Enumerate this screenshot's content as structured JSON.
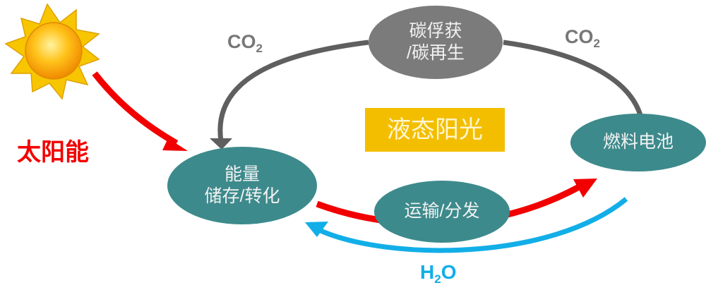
{
  "nodes": {
    "storage": {
      "line1": "能量",
      "line2": "储存/转化"
    },
    "capture": {
      "line1": "碳俘获",
      "line2": "/碳再生"
    },
    "fuel_cell": {
      "label": "燃料电池"
    },
    "transport": {
      "label": "运输/分发"
    }
  },
  "center_title": "液态阳光",
  "solar_label": "太阳能",
  "co2_left": {
    "main": "CO",
    "sub": "2"
  },
  "co2_right": {
    "main": "CO",
    "sub": "2"
  },
  "h2o": {
    "h": "H",
    "sub": "2",
    "o": "O"
  },
  "colors": {
    "teal": "#3d8a8c",
    "gray_node": "#7b7b7b",
    "gray_arrow": "#5f5f5f",
    "red": "#f20000",
    "blue": "#12aee8",
    "gold": "#f3be00"
  }
}
